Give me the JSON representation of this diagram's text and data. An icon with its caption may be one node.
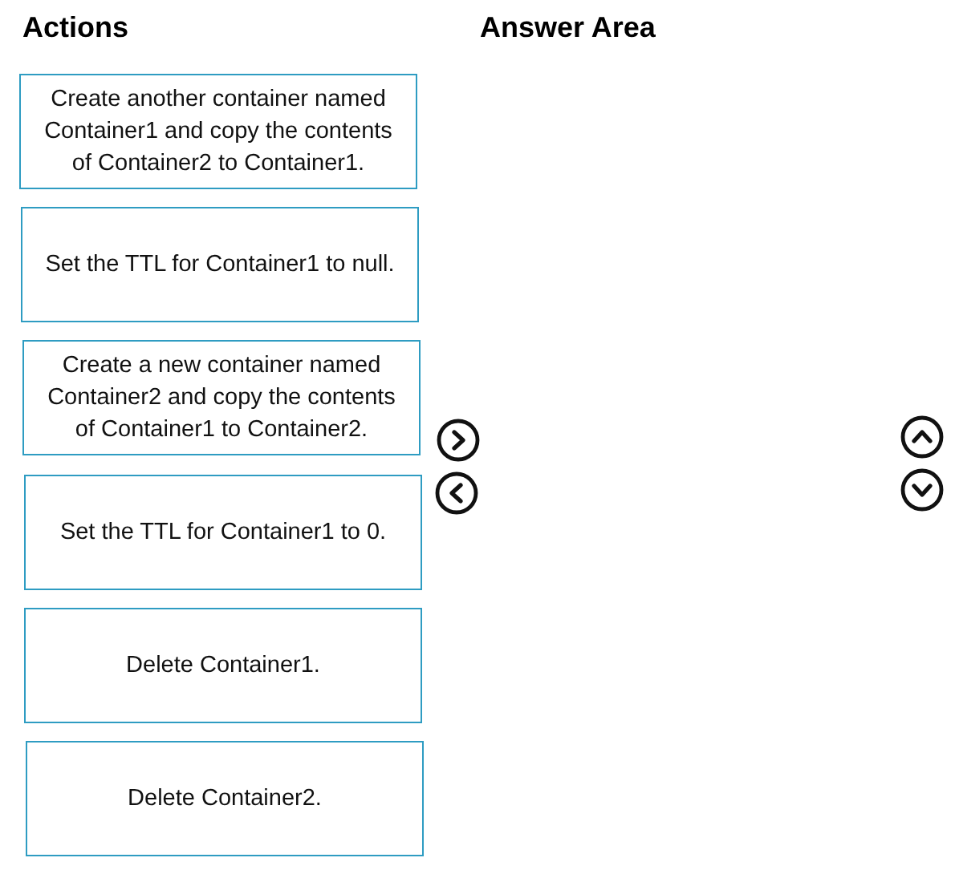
{
  "diagram": {
    "nodes": [
      {
        "text": [
          "Create another container named Container1 and copy the contents of Container2 to Container1."
        ]
      },
      {
        "text": [
          "Set the TTL for Container1 to null."
        ]
      },
      {
        "text": [
          "Create a new container named Container2 and copy the contents of Container1 to Container2."
        ]
      },
      {
        "text": [
          "Set the TTL for Container1 to 0."
        ]
      },
      {
        "text": [
          "Delete Container1."
        ]
      },
      {
        "text": [
          "Delete Container2."
        ]
      }
    ],
    "edges": [],
    "labels": [
      "Actions",
      "Answer Area"
    ]
  }
}
